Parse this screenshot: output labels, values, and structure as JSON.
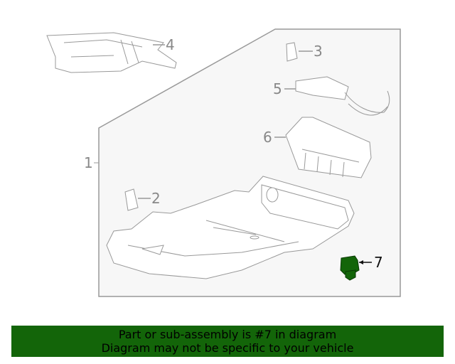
{
  "callouts": {
    "c1": "1",
    "c2": "2",
    "c3": "3",
    "c4": "4",
    "c5": "5",
    "c6": "6",
    "c7": "7"
  },
  "highlight_color": "#136509",
  "banner": {
    "line1": "Part or sub-assembly is #7 in diagram",
    "line2": "Diagram may not be specific to your vehicle"
  }
}
